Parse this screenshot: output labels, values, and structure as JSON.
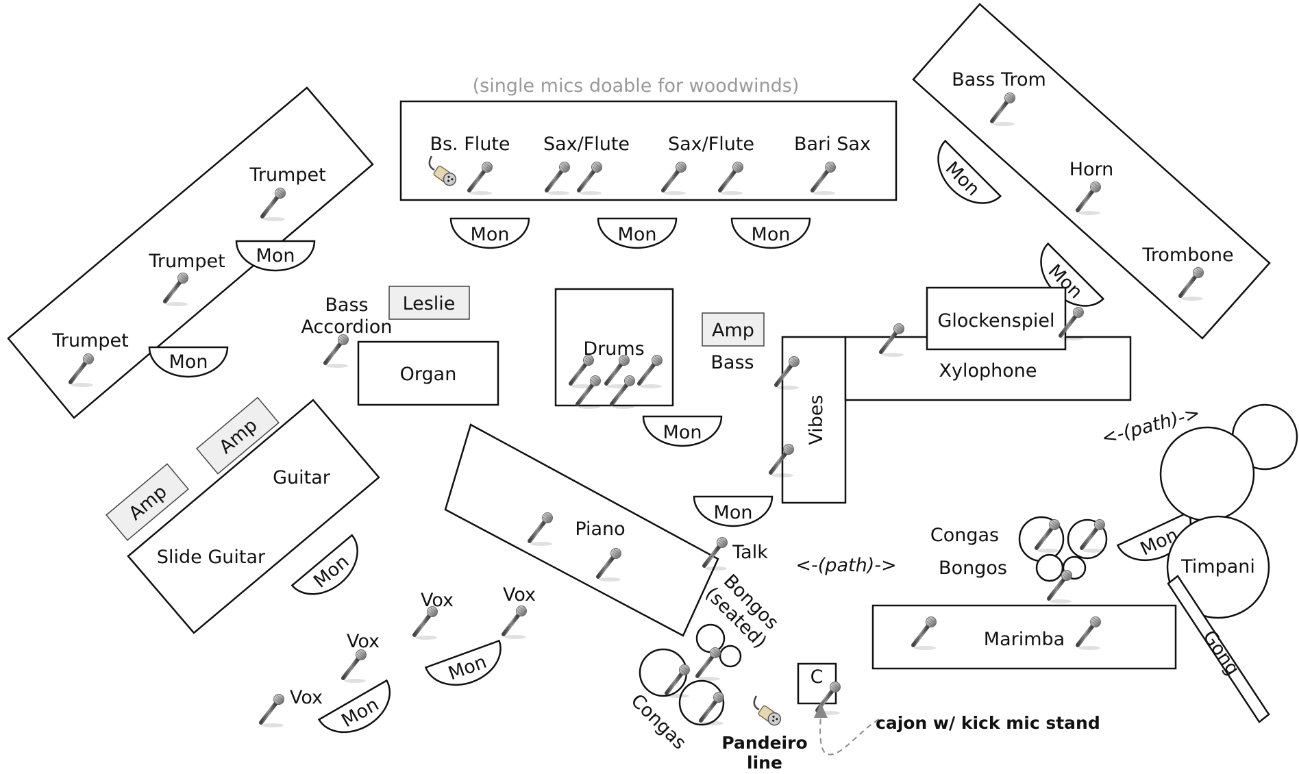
{
  "note": "(single mics doable for woodwinds)",
  "woodwinds": [
    "Bs. Flute",
    "Sax/Flute",
    "Sax/Flute",
    "Bari Sax"
  ],
  "trumpets": [
    "Trumpet",
    "Trumpet",
    "Trumpet"
  ],
  "brass_right": {
    "bass_trom": "Bass Trom",
    "horn": "Horn",
    "trombone": "Trombone"
  },
  "monitor": "Mon",
  "amp": "Amp",
  "leslie": "Leslie",
  "bass_accordion": [
    "Bass",
    "Accordion"
  ],
  "organ": "Organ",
  "drums": "Drums",
  "bass": "Bass",
  "guitar": "Guitar",
  "slide_guitar": "Slide Guitar",
  "piano": "Piano",
  "talk": "Talk",
  "vox": "Vox",
  "vibes": "Vibes",
  "glockenspiel": "Glockenspiel",
  "xylophone": "Xylophone",
  "path": "<-(path)->",
  "congas": "Congas",
  "bongos": "Bongos",
  "bongos_seated": [
    "Bongos",
    "(seated)"
  ],
  "timpani": "Timpani",
  "gong": "Gong",
  "marimba": "Marimba",
  "cajon": "C",
  "cajon_note": "cajon w/ kick mic stand",
  "pandeiro": [
    "Pandeiro",
    "line"
  ]
}
